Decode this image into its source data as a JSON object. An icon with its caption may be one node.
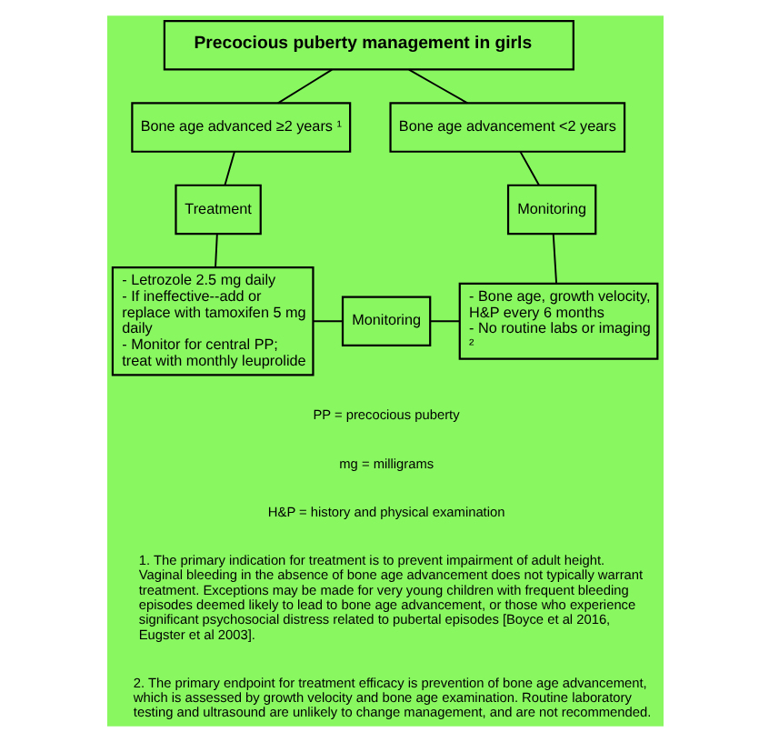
{
  "diagram": {
    "nodes": [
      {
        "text": [
          "Precocious puberty management in girls"
        ]
      },
      {
        "text": [
          "Bone age advanced ≥2 years ¹"
        ]
      },
      {
        "text": [
          "Bone age advancement <2 years"
        ]
      },
      {
        "text": [
          "Treatment"
        ]
      },
      {
        "text": [
          "Monitoring"
        ]
      },
      {
        "text": [
          "- Letrozole 2.5 mg daily",
          "- If ineffective--add or replace with tamoxifen 5 mg daily",
          "- Monitor for central PP; treat with monthly leuprolide"
        ]
      },
      {
        "text": [
          "Monitoring"
        ]
      },
      {
        "text": [
          "- Bone age, growth velocity, H&P every 6 months",
          "- No routine labs or imaging ²"
        ]
      }
    ],
    "edges": [
      {
        "from": 0,
        "to": 1,
        "arrow": "none"
      },
      {
        "from": 0,
        "to": 2,
        "arrow": "none"
      },
      {
        "from": 1,
        "to": 3,
        "arrow": "none"
      },
      {
        "from": 2,
        "to": 4,
        "arrow": "none"
      },
      {
        "from": 3,
        "to": 5,
        "arrow": "none"
      },
      {
        "from": 4,
        "to": 7,
        "arrow": "none"
      },
      {
        "from": 5,
        "to": 6,
        "arrow": "none"
      },
      {
        "from": 6,
        "to": 7,
        "arrow": "none"
      }
    ],
    "labels": [
      "PP = precocious puberty",
      "mg = milligrams",
      "H&P = history and physical examination",
      "1. The primary indication for treatment is to prevent impairment of adult height. Vaginal bleeding in the absence of bone age advancement does not typically warrant treatment. Exceptions may be made for very young children with frequent bleeding episodes deemed likely to lead to bone age advancement, or those who experience significant psychosocial distress related to pubertal episodes [Boyce et al 2016, Eugster et al 2003].",
      "2. The primary endpoint for treatment efficacy is prevention of bone age advancement, which is assessed by growth velocity and bone age examination. Routine laboratory testing and ultrasound are unlikely to change management, and are not recommended."
    ]
  }
}
